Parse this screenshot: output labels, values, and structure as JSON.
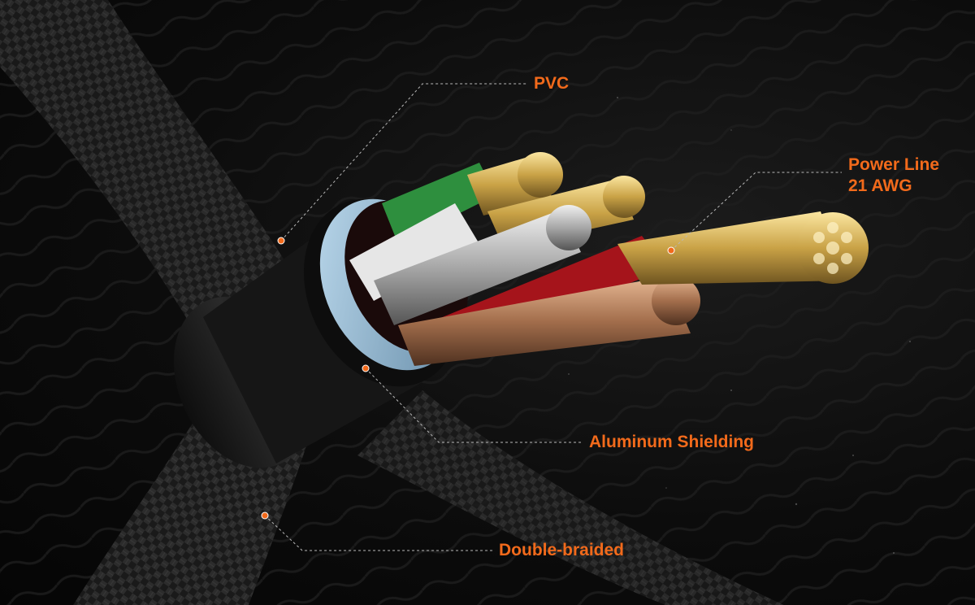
{
  "accent_color": "#f26a1b",
  "callouts": {
    "pvc": "PVC",
    "power_line_1": "Power Line",
    "power_line_2": "21 AWG",
    "aluminum_shielding": "Aluminum Shielding",
    "double_braided": "Double-braided"
  }
}
